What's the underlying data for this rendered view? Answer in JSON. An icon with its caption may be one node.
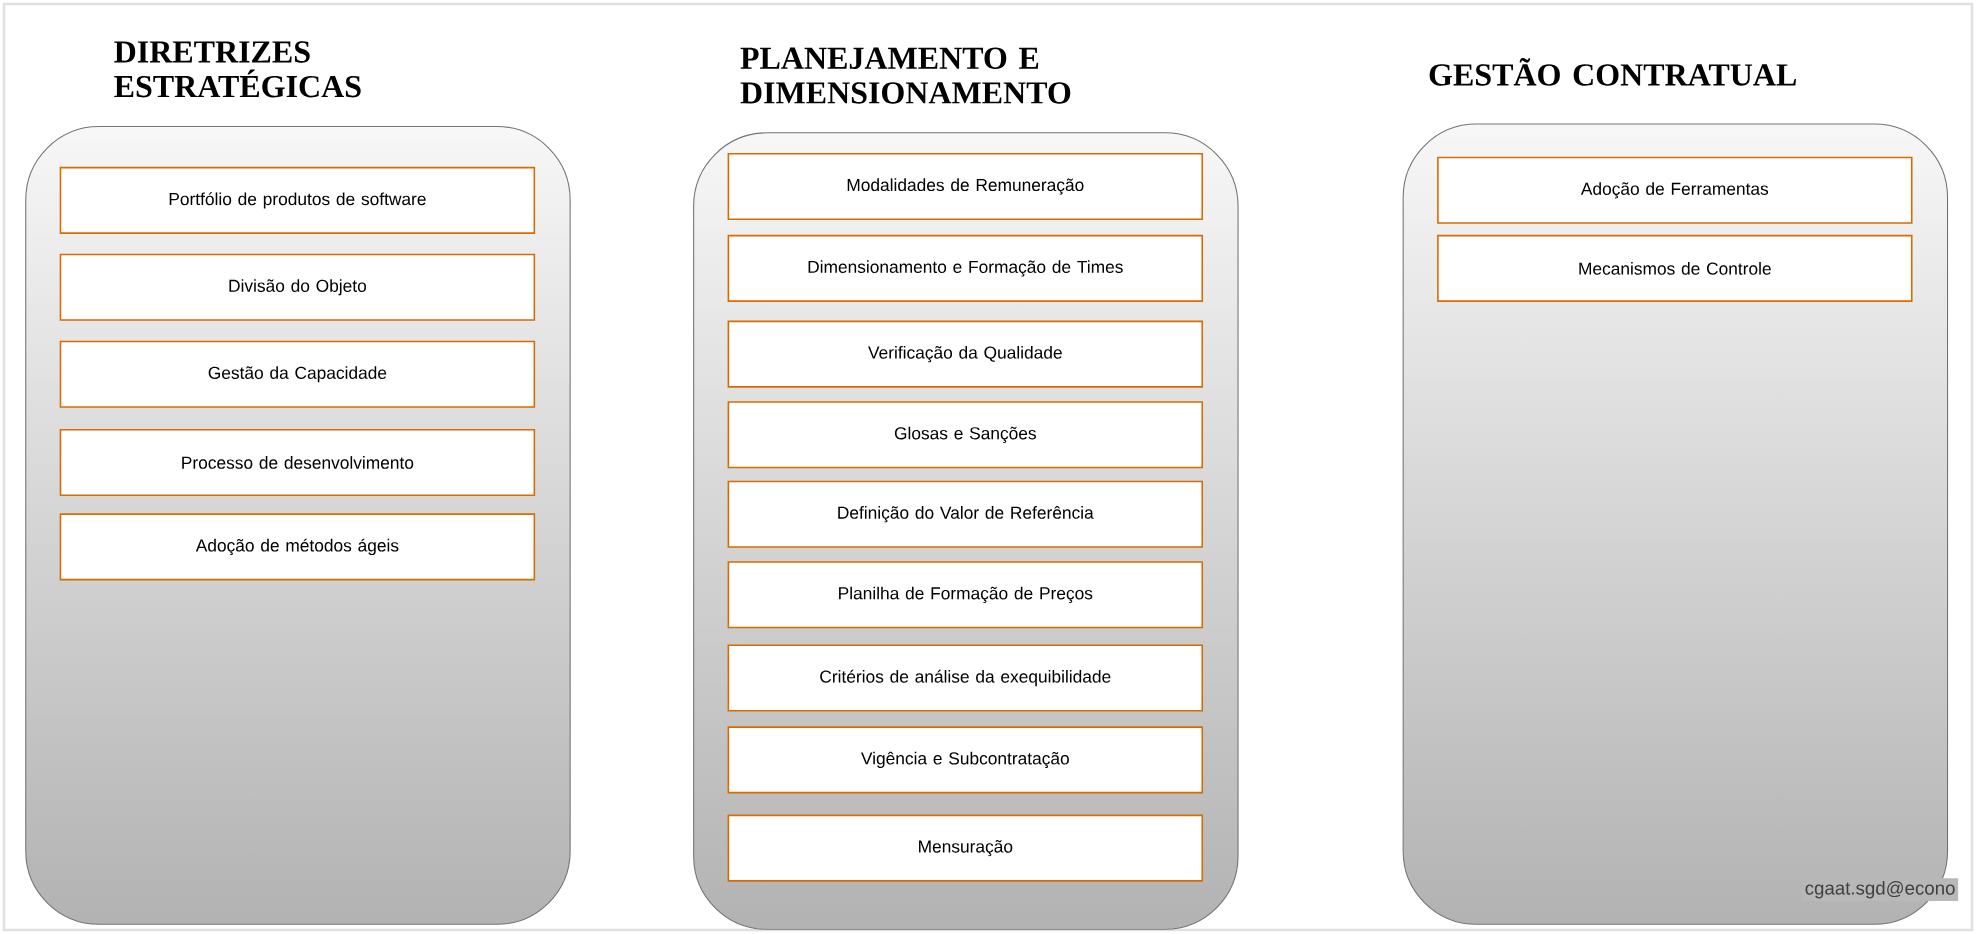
{
  "diagram": {
    "nodes": [
      {
        "text": [
          "DIRETRIZES ESTRATÉGICAS"
        ]
      },
      {
        "text": [
          "Portfólio de produtos de software"
        ],
        "in": 0
      },
      {
        "text": [
          "Divisão do Objeto"
        ],
        "in": 0
      },
      {
        "text": [
          "Gestão da Capacidade"
        ],
        "in": 0
      },
      {
        "text": [
          "Processo de desenvolvimento"
        ],
        "in": 0
      },
      {
        "text": [
          "Adoção de métodos ágeis"
        ],
        "in": 0
      },
      {
        "text": [
          "PLANEJAMENTO E DIMENSIONAMENTO"
        ]
      },
      {
        "text": [
          "Modalidades de Remuneração"
        ],
        "in": 6
      },
      {
        "text": [
          "Dimensionamento e Formação de Times"
        ],
        "in": 6
      },
      {
        "text": [
          "Verificação da Qualidade"
        ],
        "in": 6
      },
      {
        "text": [
          "Glosas e Sanções"
        ],
        "in": 6
      },
      {
        "text": [
          "Definição do Valor de Referência"
        ],
        "in": 6
      },
      {
        "text": [
          "Planilha de Formação de Preços"
        ],
        "in": 6
      },
      {
        "text": [
          "Critérios de análise da exequibilidade"
        ],
        "in": 6
      },
      {
        "text": [
          "Vigência e Subcontratação"
        ],
        "in": 6
      },
      {
        "text": [
          "Mensuração"
        ],
        "in": 6
      },
      {
        "text": [
          "GESTÃO CONTRATUAL"
        ]
      },
      {
        "text": [
          "Adoção de Ferramentas"
        ],
        "in": 16
      },
      {
        "text": [
          "Mecanismos de Controle"
        ],
        "in": 16
      }
    ],
    "labels": [
      "cgaat.sgd@econo"
    ]
  }
}
